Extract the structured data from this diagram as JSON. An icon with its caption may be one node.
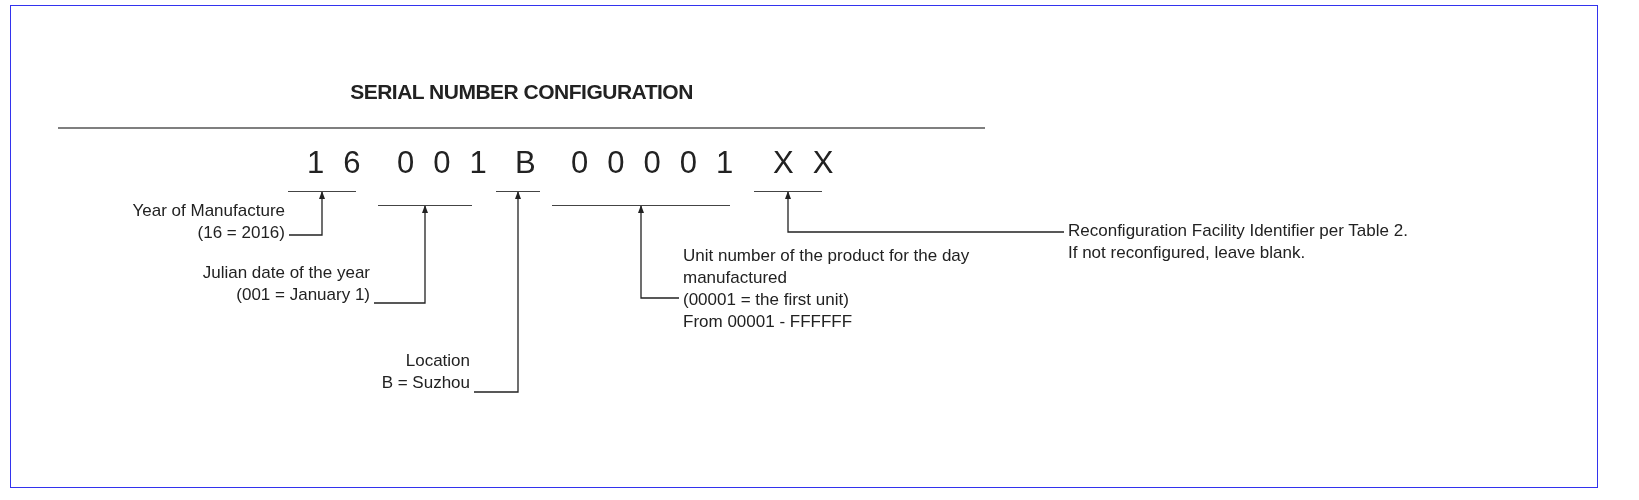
{
  "diagram": {
    "title": "SERIAL NUMBER CONFIGURATION",
    "nodes": [
      {
        "text": [
          "16"
        ]
      },
      {
        "text": [
          "001"
        ]
      },
      {
        "text": [
          "B"
        ]
      },
      {
        "text": [
          "00001"
        ]
      },
      {
        "text": [
          "XX"
        ]
      },
      {
        "text": [
          "Year of Manufacture",
          "(16 = 2016)"
        ]
      },
      {
        "text": [
          "Julian date of the year",
          "(001 = January 1)"
        ]
      },
      {
        "text": [
          "Location",
          "B = Suzhou"
        ]
      },
      {
        "text": [
          "Unit number of the product for the day manufactured",
          "(00001 = the first unit)",
          "From 00001 - FFFFFF"
        ]
      },
      {
        "text": [
          "Reconfiguration Facility Identifier per Table 2.",
          "If not reconfigured, leave blank."
        ]
      }
    ],
    "edges": [
      {
        "from": 5,
        "to": 0,
        "arrow": "to"
      },
      {
        "from": 6,
        "to": 1,
        "arrow": "to"
      },
      {
        "from": 7,
        "to": 2,
        "arrow": "to"
      },
      {
        "from": 8,
        "to": 3,
        "arrow": "to"
      },
      {
        "from": 9,
        "to": 4,
        "arrow": "to"
      }
    ]
  }
}
